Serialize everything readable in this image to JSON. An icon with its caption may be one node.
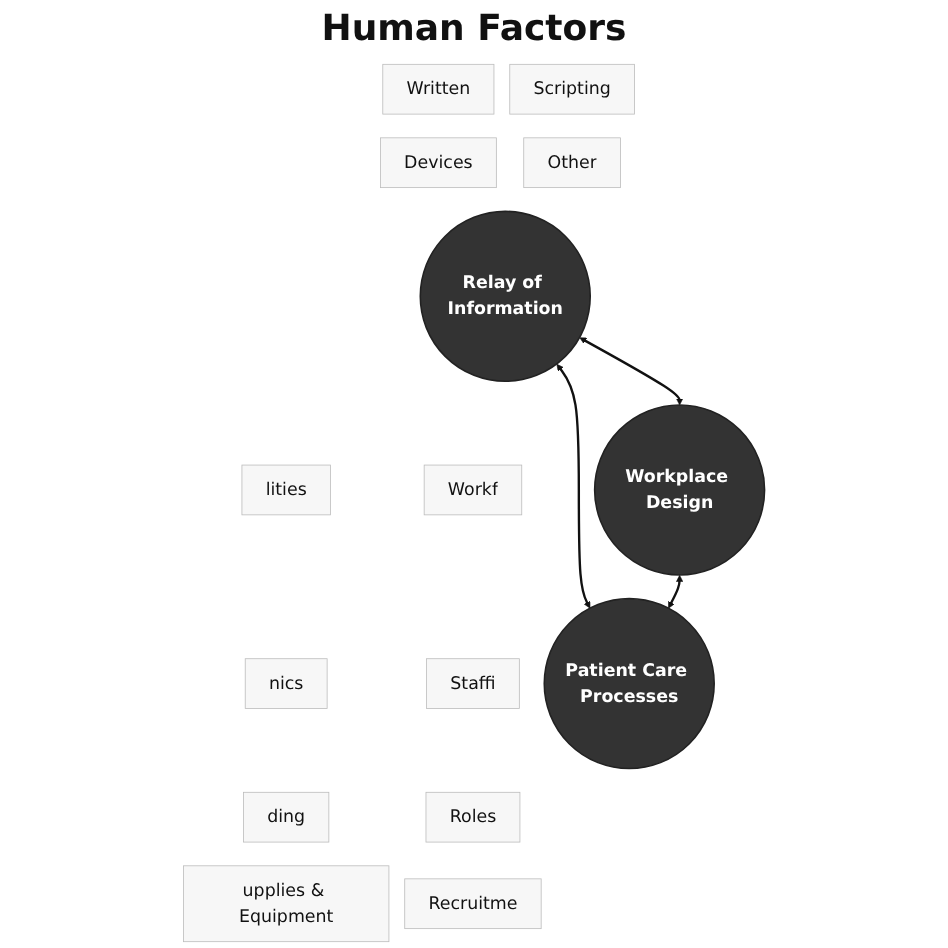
{
  "diagram": {
    "nodes": [
      {
        "text": [
          "Written"
        ]
      },
      {
        "text": [
          "Scripting"
        ]
      },
      {
        "text": [
          "Devices"
        ]
      },
      {
        "text": [
          "Other"
        ]
      },
      {
        "text": [
          "Relay of Information"
        ]
      },
      {
        "text": [
          "lities"
        ]
      },
      {
        "text": [
          "Workf"
        ]
      },
      {
        "text": [
          "nics"
        ]
      },
      {
        "text": [
          "Staffi"
        ]
      },
      {
        "text": [
          "Workplace Design"
        ]
      },
      {
        "text": [
          "Patient Care Processes"
        ]
      },
      {
        "text": [
          "ding"
        ]
      },
      {
        "text": [
          "Roles"
        ]
      },
      {
        "text": [
          "upplies & Equipment"
        ]
      },
      {
        "text": [
          "Recruitme"
        ]
      }
    ],
    "edges": [
      {
        "from": 4,
        "to": 9,
        "arrow": "both"
      },
      {
        "from": 4,
        "to": 10,
        "arrow": "both"
      },
      {
        "from": 9,
        "to": 10,
        "arrow": "both"
      }
    ],
    "labels": [
      "Human Factors"
    ]
  }
}
